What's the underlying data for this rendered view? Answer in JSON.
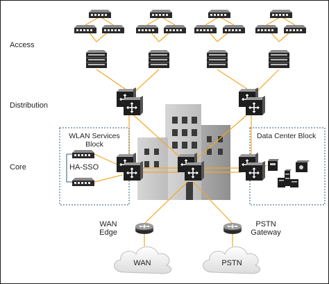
{
  "layers": {
    "access": "Access",
    "distribution": "Distribution",
    "core": "Core"
  },
  "blocks": {
    "wlan_line1": "WLAN Services",
    "wlan_line2": "Block",
    "ha_sso": "HA-SSO",
    "data_center": "Data Center Block"
  },
  "edges": {
    "wan_line1": "WAN",
    "wan_line2": "Edge",
    "pstn_line1": "PSTN",
    "pstn_line2": "Gateway"
  },
  "clouds": {
    "wan": "WAN",
    "pstn": "PSTN"
  },
  "colors": {
    "link_orange": "#f5a623",
    "device_dark": "#232323",
    "device_light": "#6b6b6b",
    "building": "#c8c8c8",
    "block_border": "#2b5b7a"
  },
  "icons": [
    "access-switch-icon",
    "multilayer-switch-icon",
    "router-icon",
    "server-icon",
    "cloud-icon"
  ]
}
